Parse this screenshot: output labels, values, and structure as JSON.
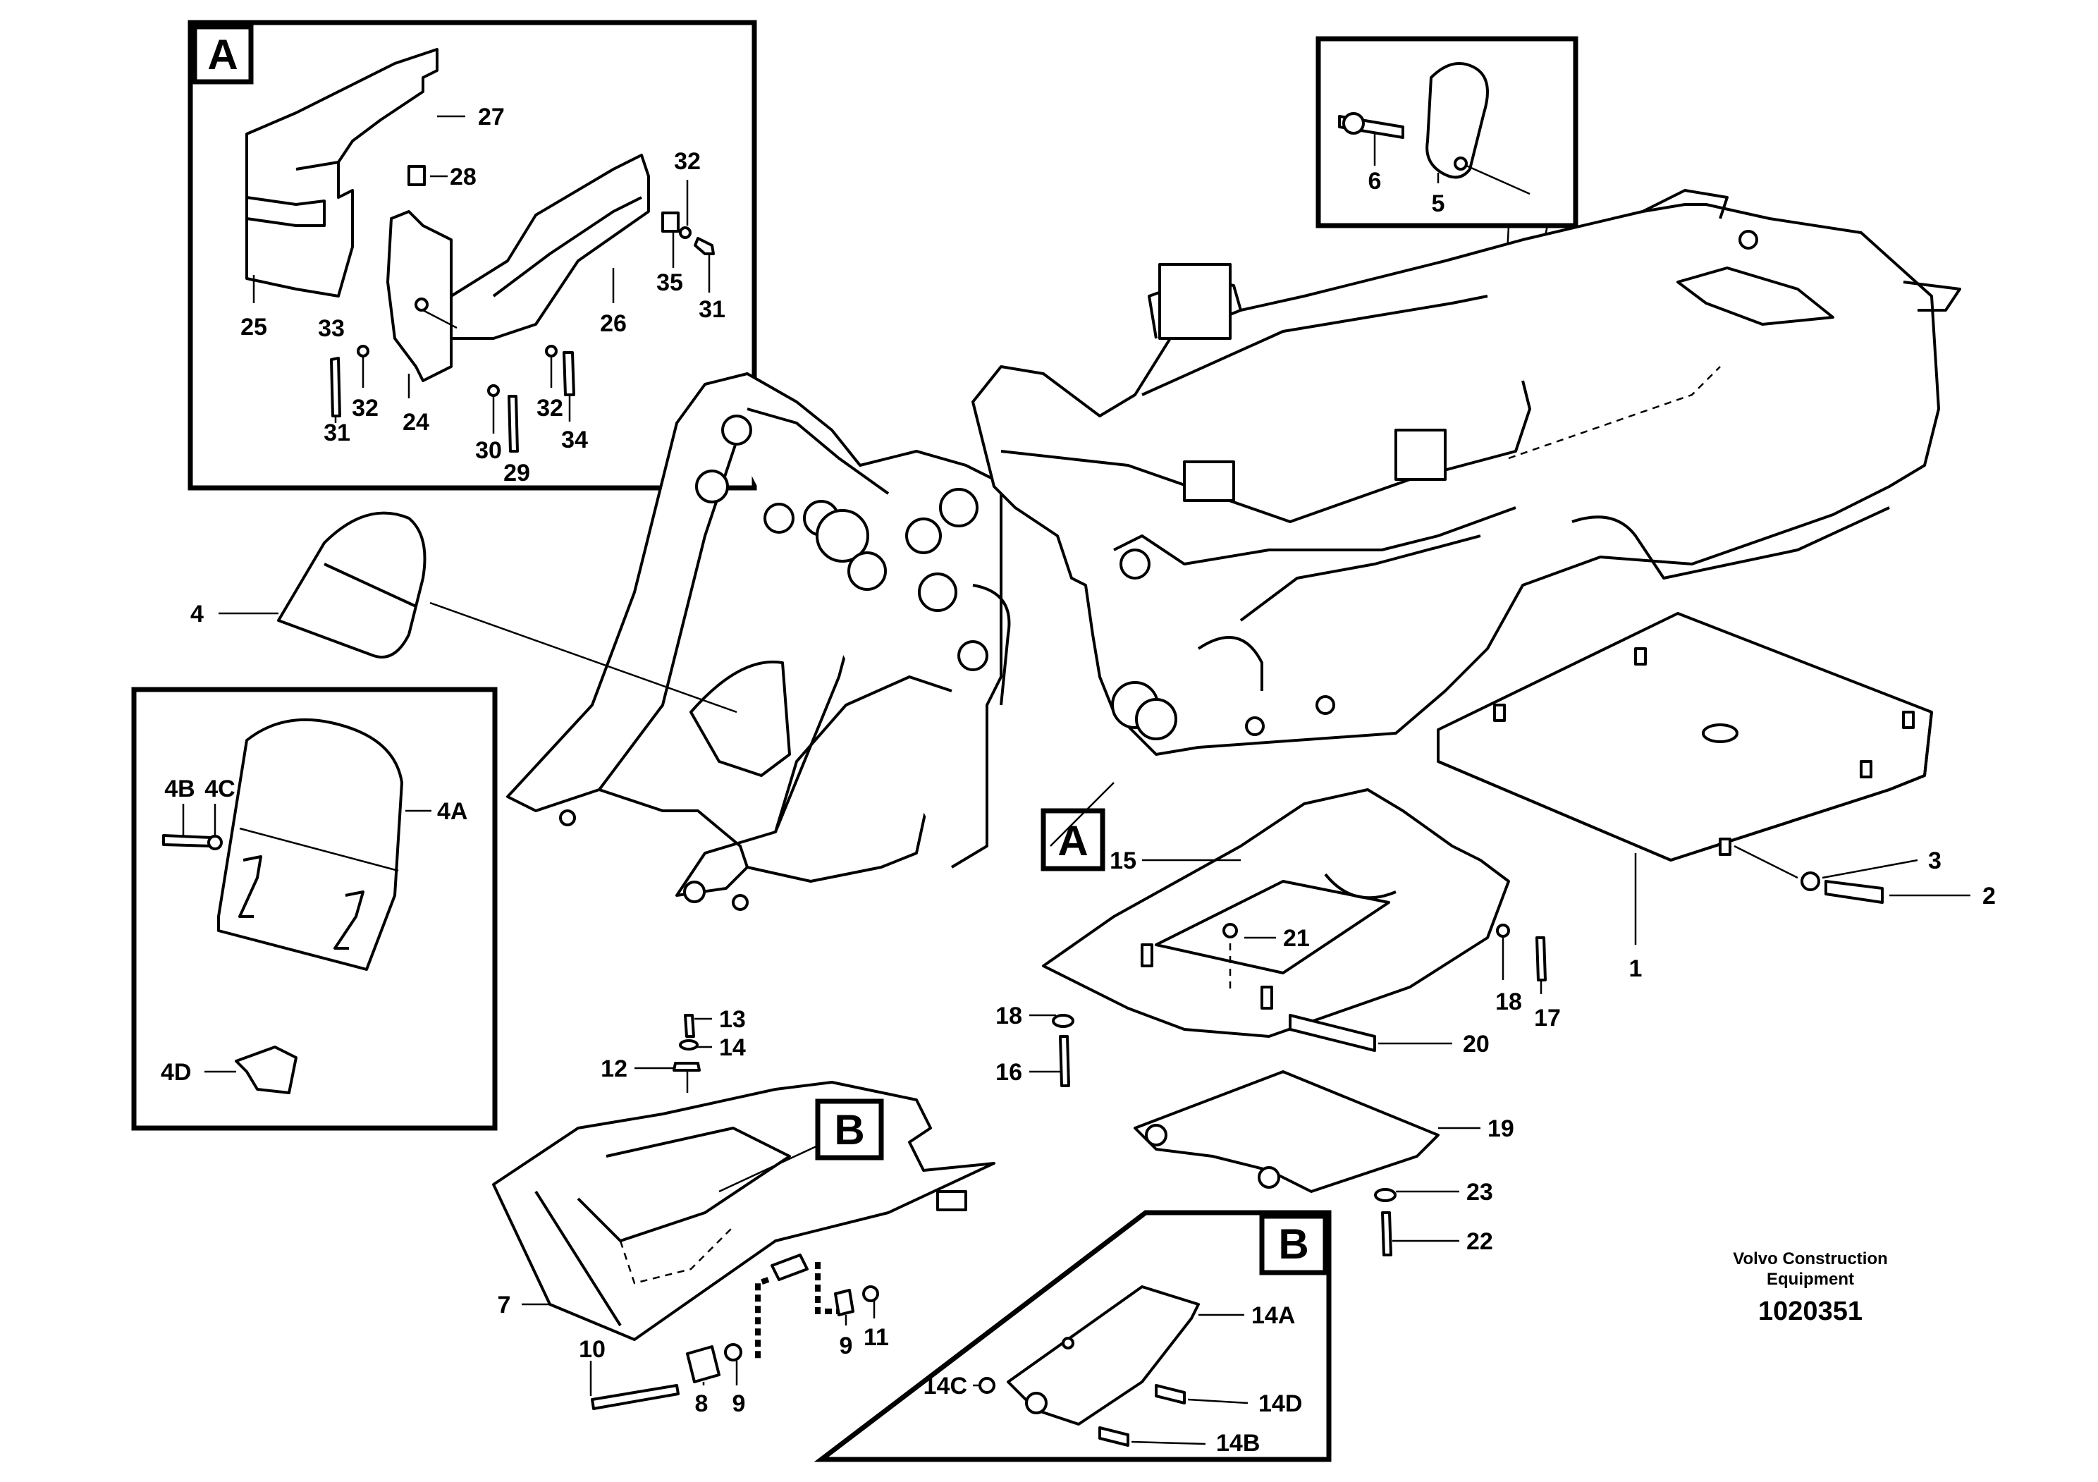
{
  "detail_boxes": {
    "a": "A",
    "b": "B",
    "a_ref": "A",
    "b_ref": "B"
  },
  "labels": {
    "l1": "1",
    "l2": "2",
    "l3": "3",
    "l4": "4",
    "l4a": "4A",
    "l4b": "4B",
    "l4c": "4C",
    "l4d": "4D",
    "l5": "5",
    "l6": "6",
    "l7": "7",
    "l8": "8",
    "l9a": "9",
    "l9b": "9",
    "l10": "10",
    "l11": "11",
    "l12": "12",
    "l13": "13",
    "l14": "14",
    "l14a": "14A",
    "l14b": "14B",
    "l14c": "14C",
    "l14d": "14D",
    "l15": "15",
    "l16": "16",
    "l17": "17",
    "l18a": "18",
    "l18b": "18",
    "l19": "19",
    "l20": "20",
    "l21": "21",
    "l22": "22",
    "l23": "23",
    "l24": "24",
    "l25": "25",
    "l26": "26",
    "l27": "27",
    "l28": "28",
    "l29": "29",
    "l30": "30",
    "l31a": "31",
    "l31b": "31",
    "l32a": "32",
    "l32b": "32",
    "l32c": "32",
    "l33": "33",
    "l34": "34",
    "l35": "35"
  },
  "footer": {
    "brand_line1": "Volvo Construction",
    "brand_line2": "Equipment",
    "drawing_number": "1020351"
  }
}
